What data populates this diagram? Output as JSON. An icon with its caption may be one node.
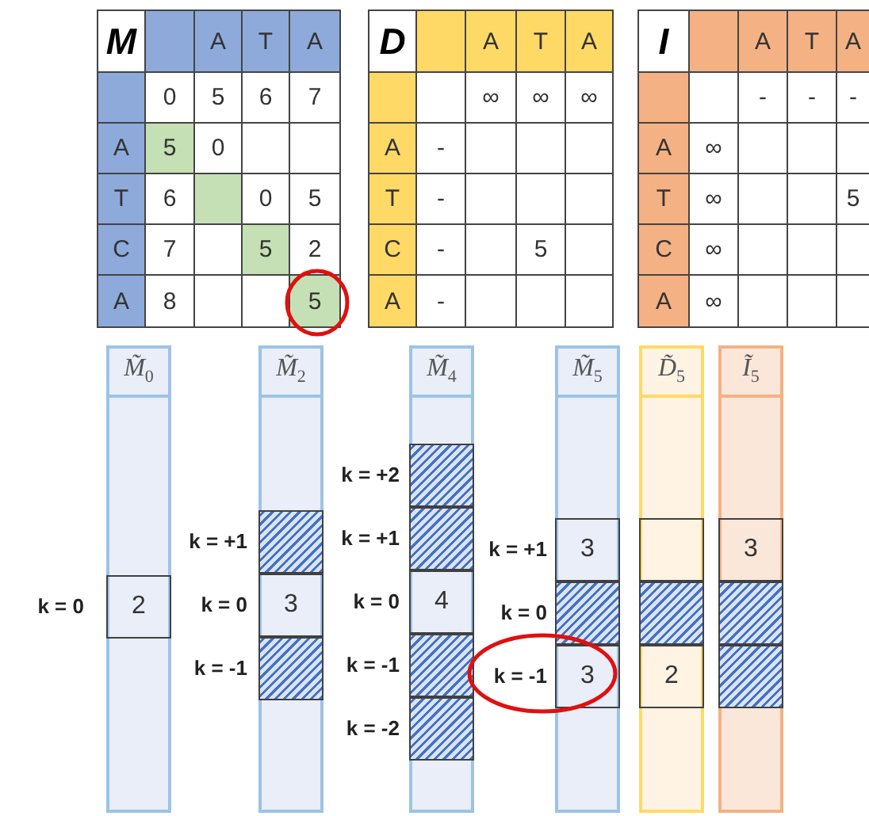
{
  "diagram": {
    "nodes": [
      {
        "text": [
          "M̃$_{0}$"
        ]
      },
      {
        "text": [
          "2"
        ],
        "in": 0
      },
      {
        "text": [
          "M̃$_{2}$"
        ]
      },
      {
        "text": [],
        "shape": "box",
        "in": 2
      },
      {
        "text": [
          "3"
        ],
        "in": 2
      },
      {
        "text": [],
        "shape": "box",
        "in": 2
      },
      {
        "text": [
          "M̃$_{4}$"
        ]
      },
      {
        "text": [],
        "shape": "box",
        "in": 6
      },
      {
        "text": [],
        "shape": "box",
        "in": 6
      },
      {
        "text": [
          "4"
        ],
        "in": 6
      },
      {
        "text": [],
        "shape": "box",
        "in": 6
      },
      {
        "text": [],
        "shape": "box",
        "in": 6
      },
      {
        "text": [
          "M̃$_{5}$"
        ]
      },
      {
        "text": [
          "3"
        ],
        "in": 12
      },
      {
        "text": [],
        "shape": "box",
        "in": 12
      },
      {
        "text": [
          "3"
        ],
        "in": 12
      },
      {
        "text": [
          "D̃$_{5}$"
        ]
      },
      {
        "text": [],
        "shape": "box",
        "in": 16
      },
      {
        "text": [],
        "shape": "box",
        "in": 16
      },
      {
        "text": [
          "2"
        ],
        "in": 16
      },
      {
        "text": [
          "Ĩ$_{5}$"
        ]
      },
      {
        "text": [
          "3"
        ],
        "in": 20
      },
      {
        "text": [],
        "shape": "box",
        "in": 20
      },
      {
        "text": [],
        "shape": "box",
        "in": 20
      }
    ],
    "edges": [],
    "labels": [
      "M",
      "A",
      "T",
      "A",
      "0",
      "5",
      "6",
      "7",
      "A",
      "5",
      "0",
      "T",
      "6",
      "0",
      "5",
      "C",
      "7",
      "5",
      "2",
      "A",
      "8",
      "5",
      "D",
      "A",
      "T",
      "A",
      "∞",
      "∞",
      "∞",
      "A",
      "-",
      "T",
      "-",
      "C",
      "-",
      "5",
      "A",
      "-",
      "I",
      "A",
      "T",
      "A",
      "-",
      "-",
      "-",
      "A",
      "∞",
      "T",
      "∞",
      "5",
      "C",
      "∞",
      "A",
      "∞",
      "k = 0",
      "k = +1",
      "k = 0",
      "k = -1",
      "k = +2",
      "k = +1",
      "k = 0",
      "k = -1",
      "k = -2",
      "k = +1",
      "k = 0",
      "k = -1"
    ]
  }
}
